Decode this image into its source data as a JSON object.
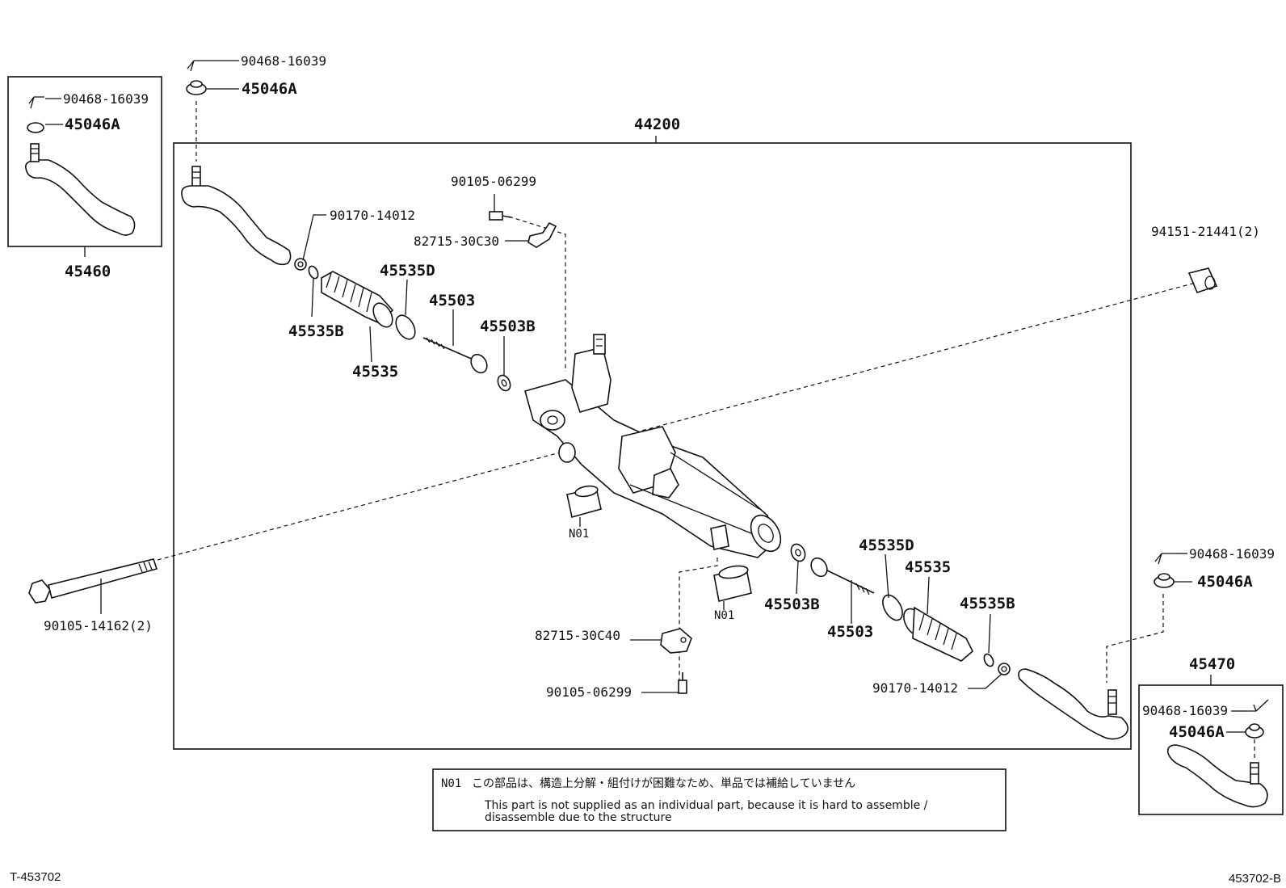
{
  "assembly": {
    "main_number": "44200",
    "left_set_number": "45460",
    "right_set_number": "45470"
  },
  "labels": {
    "left_box_clip": "90468-16039",
    "left_box_cap": "45046A",
    "top_clip": "90468-16039",
    "top_cap": "45046A",
    "bolt_upper": "90105-06299",
    "clamp_left": "90170-14012",
    "bracket_upper": "82715-30C30",
    "boot_clip_d_left": "45535D",
    "tie_rod_left": "45503",
    "washer_left": "45503B",
    "boot_clip_b_left": "45535B",
    "boot_left": "45535",
    "bushing_right": "94151-21441(2)",
    "mount_bolt": "90105-14162(2)",
    "n01_left": "N01",
    "n01_right": "N01",
    "washer_right": "45503B",
    "tie_rod_right": "45503",
    "boot_clip_d_right": "45535D",
    "boot_right": "45535",
    "boot_clip_b_right": "45535B",
    "bracket_lower": "82715-30C40",
    "bolt_lower": "90105-06299",
    "clamp_right": "90170-14012",
    "right_clip": "90468-16039",
    "right_cap": "45046A",
    "right_box_clip": "90468-16039",
    "right_box_cap": "45046A"
  },
  "note": {
    "code": "N01",
    "japanese": "この部品は、構造上分解・組付けが困難なため、単品では補給していません",
    "english_line1": "This part is not supplied as an individual part, because it is hard to assemble /",
    "english_line2": "disassemble due to the structure"
  },
  "footer": {
    "left_code": "T-453702",
    "right_code": "453702-B"
  }
}
